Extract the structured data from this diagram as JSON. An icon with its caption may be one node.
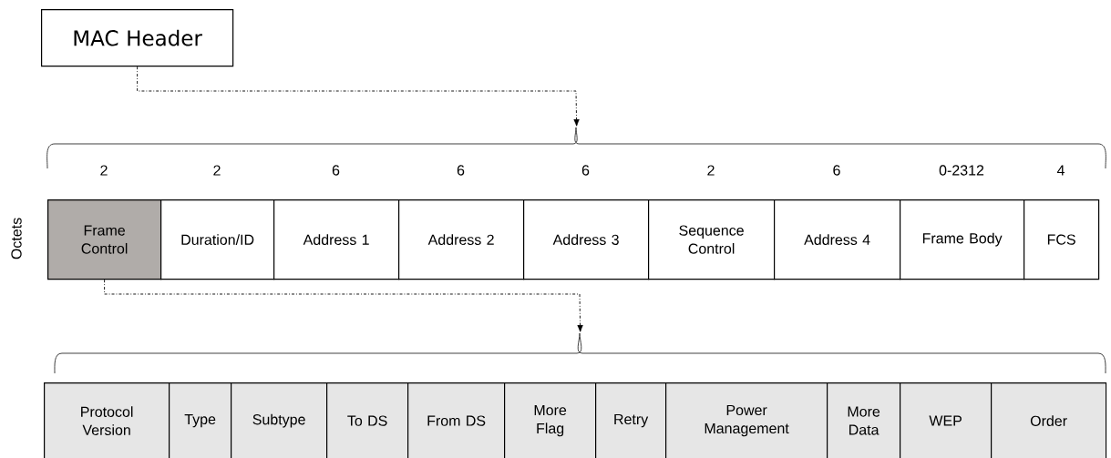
{
  "diagram": {
    "nodes": [
      {
        "text": [
          "MAC Header"
        ]
      },
      {
        "text": [],
        "shape": "brace"
      },
      {
        "text": [
          "Frame Control"
        ]
      },
      {
        "text": [
          "Duration/ID"
        ]
      },
      {
        "text": [
          "Address 1"
        ]
      },
      {
        "text": [
          "Address 2"
        ]
      },
      {
        "text": [
          "Address 3"
        ]
      },
      {
        "text": [
          "Sequence Control"
        ]
      },
      {
        "text": [
          "Address 4"
        ]
      },
      {
        "text": [
          "Frame Body"
        ]
      },
      {
        "text": [
          "FCS"
        ]
      },
      {
        "text": [],
        "shape": "brace"
      },
      {
        "text": [
          "Protocol Version"
        ]
      },
      {
        "text": [
          "Type"
        ]
      },
      {
        "text": [
          "Subtype"
        ]
      },
      {
        "text": [
          "To DS"
        ]
      },
      {
        "text": [
          "From DS"
        ]
      },
      {
        "text": [
          "More Flag"
        ]
      },
      {
        "text": [
          "Retry"
        ]
      },
      {
        "text": [
          "Power Management"
        ]
      },
      {
        "text": [
          "More Data"
        ]
      },
      {
        "text": [
          "WEP"
        ]
      },
      {
        "text": [
          "Order"
        ]
      }
    ],
    "edges": [
      {
        "from": 0,
        "to": 1,
        "arrow": "to",
        "style": "dashed"
      },
      {
        "from": 2,
        "to": 11,
        "arrow": "to",
        "style": "dashed"
      }
    ],
    "labels": [
      "2",
      "2",
      "6",
      "6",
      "6",
      "2",
      "6",
      "0-2312",
      "4",
      "Octets"
    ]
  }
}
